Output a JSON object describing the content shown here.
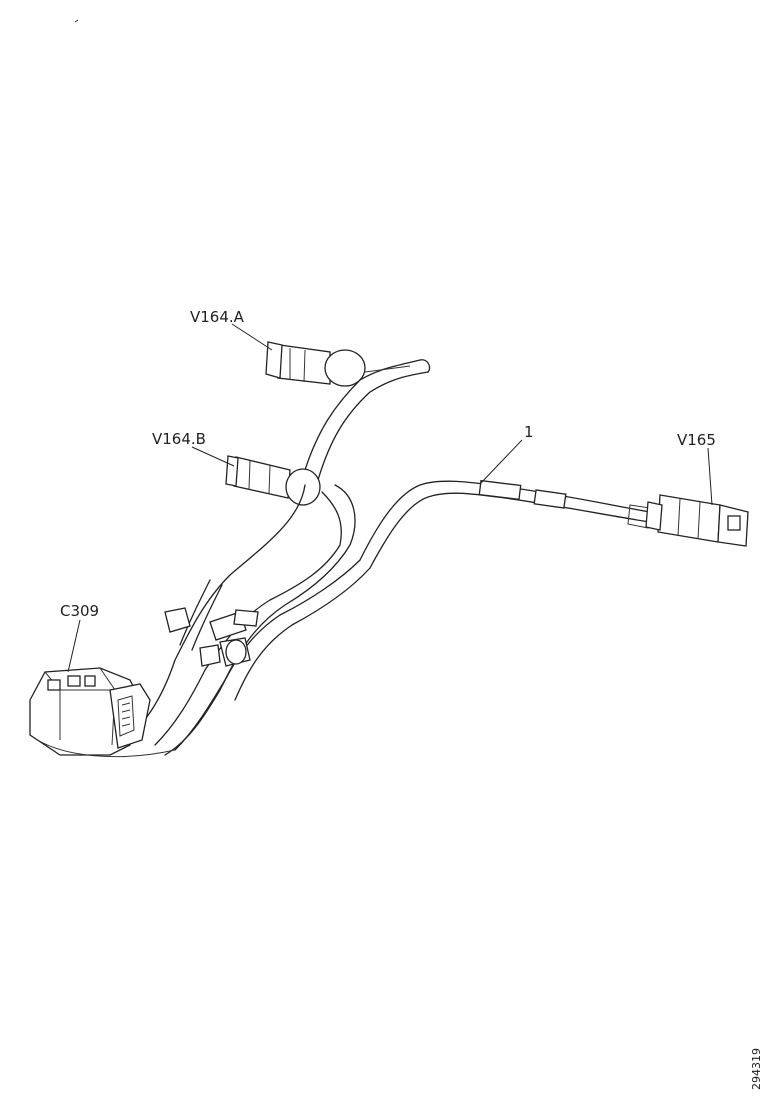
{
  "labels": {
    "v164a": "V164.A",
    "v164b": "V164.B",
    "v165": "V165",
    "harness": "1",
    "c309": "C309"
  },
  "figure_number": "294319",
  "colors": {
    "line": "#222222",
    "background": "#ffffff"
  }
}
